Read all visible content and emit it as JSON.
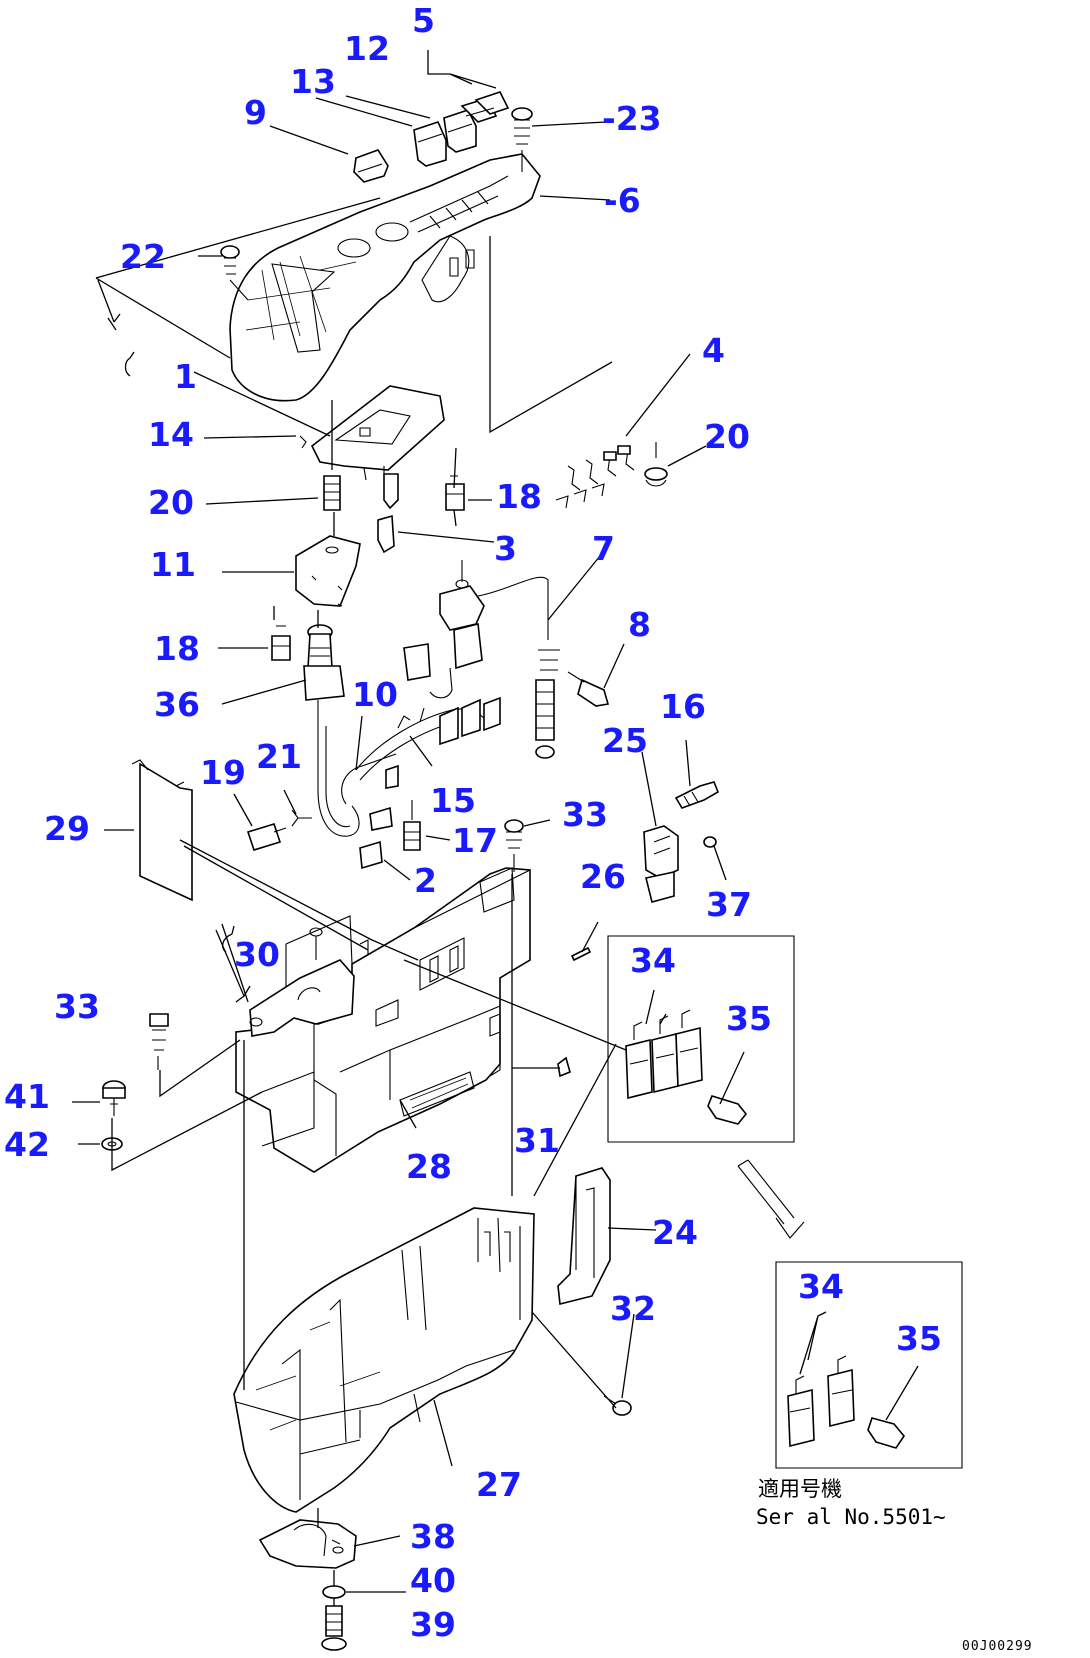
{
  "diagram": {
    "callout_color": "#1a1aff",
    "callouts": [
      {
        "key": "c5",
        "text": "5"
      },
      {
        "key": "c12",
        "text": "12"
      },
      {
        "key": "c13",
        "text": "13"
      },
      {
        "key": "c9",
        "text": "9"
      },
      {
        "key": "c23",
        "text": "-23"
      },
      {
        "key": "c6",
        "text": "-6"
      },
      {
        "key": "c22",
        "text": "22"
      },
      {
        "key": "c1",
        "text": "1"
      },
      {
        "key": "c4",
        "text": "4"
      },
      {
        "key": "c14",
        "text": "14"
      },
      {
        "key": "c20a",
        "text": "20"
      },
      {
        "key": "c20b",
        "text": "20"
      },
      {
        "key": "c18a",
        "text": "18"
      },
      {
        "key": "c3",
        "text": "3"
      },
      {
        "key": "c11",
        "text": "11"
      },
      {
        "key": "c7",
        "text": "7"
      },
      {
        "key": "c8",
        "text": "8"
      },
      {
        "key": "c18b",
        "text": "18"
      },
      {
        "key": "c10",
        "text": "10"
      },
      {
        "key": "c16",
        "text": "16"
      },
      {
        "key": "c36",
        "text": "36"
      },
      {
        "key": "c25",
        "text": "25"
      },
      {
        "key": "c21",
        "text": "21"
      },
      {
        "key": "c19",
        "text": "19"
      },
      {
        "key": "c15",
        "text": "15"
      },
      {
        "key": "c29",
        "text": "29"
      },
      {
        "key": "c33a",
        "text": "33"
      },
      {
        "key": "c17",
        "text": "17"
      },
      {
        "key": "c2",
        "text": "2"
      },
      {
        "key": "c37",
        "text": "37"
      },
      {
        "key": "c26",
        "text": "26"
      },
      {
        "key": "c30",
        "text": "30"
      },
      {
        "key": "c34a",
        "text": "34"
      },
      {
        "key": "c35a",
        "text": "35"
      },
      {
        "key": "c33b",
        "text": "33"
      },
      {
        "key": "c41",
        "text": "41"
      },
      {
        "key": "c42",
        "text": "42"
      },
      {
        "key": "c31",
        "text": "31"
      },
      {
        "key": "c28",
        "text": "28"
      },
      {
        "key": "c24",
        "text": "24"
      },
      {
        "key": "c34b",
        "text": "34"
      },
      {
        "key": "c32",
        "text": "32"
      },
      {
        "key": "c35b",
        "text": "35"
      },
      {
        "key": "c27",
        "text": "27"
      },
      {
        "key": "c38",
        "text": "38"
      },
      {
        "key": "c40",
        "text": "40"
      },
      {
        "key": "c39",
        "text": "39"
      }
    ],
    "applicability_label": "適用号機",
    "serial_label": "Ser al No.5501~",
    "drawing_id": "00J00299"
  }
}
